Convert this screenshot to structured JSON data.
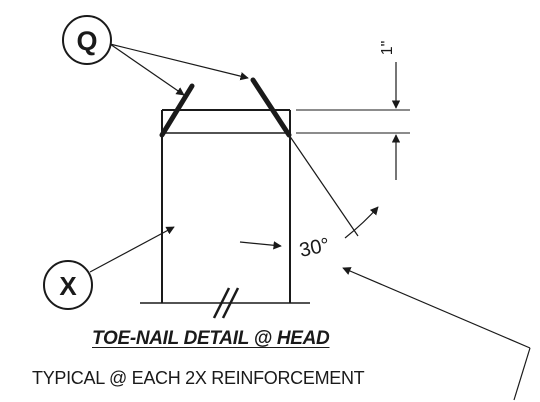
{
  "diagram": {
    "callout_q": "Q",
    "callout_x": "X",
    "angle_label": "30°",
    "dimension_label": "1\"",
    "title": "TOE-NAIL DETAIL @ HEAD",
    "subtitle": "TYPICAL @ EACH 2X REINFORCEMENT"
  }
}
